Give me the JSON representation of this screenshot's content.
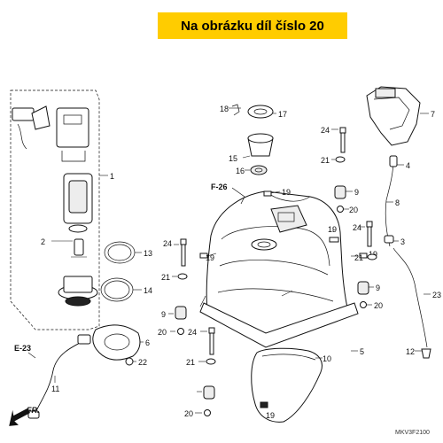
{
  "banner": {
    "text": "Na obrázku díl číslo 20"
  },
  "diagram_code": "MKV3F2100",
  "direction_label": "FR.",
  "group_refs": {
    "e23": "E-23",
    "f26": "F-26"
  },
  "parts": {
    "p1": "1",
    "p2": "2",
    "p3": "3",
    "p4": "4",
    "p5": "5",
    "p6": "6",
    "p7": "7",
    "p8": "8",
    "p9a": "9",
    "p9b": "9",
    "p9c": "9",
    "p10": "10",
    "p11": "11",
    "p12": "12",
    "p13": "13",
    "p14": "14",
    "p15": "15",
    "p16": "16",
    "p17": "17",
    "p18": "18",
    "p19a": "19",
    "p19b": "19",
    "p19c": "19",
    "p19d": "19",
    "p20a": "20",
    "p20b": "20",
    "p20c": "20",
    "p20d": "20",
    "p21a": "21",
    "p21b": "21",
    "p21c": "21",
    "p21d": "21",
    "p22": "22",
    "p23": "23",
    "p24a": "24",
    "p24b": "24",
    "p24c": "24",
    "p24d": "24"
  }
}
